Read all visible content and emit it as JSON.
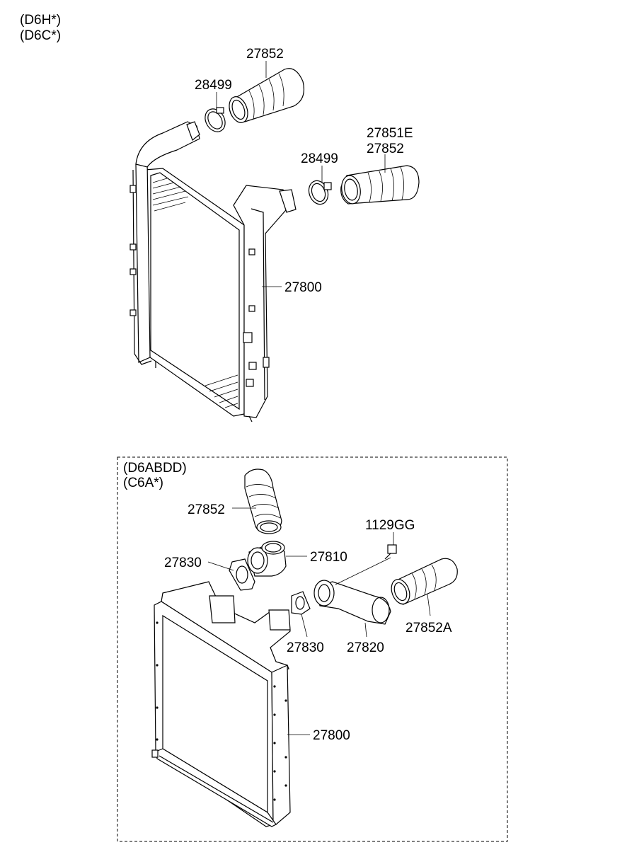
{
  "top_group": {
    "variants": [
      "(D6H*)",
      "(D6C*)"
    ],
    "labels": {
      "hose_upper": "27852",
      "clamp_upper": "28499",
      "hose_right_a": "27851E",
      "hose_right_b": "27852",
      "clamp_right": "28499",
      "intercooler": "27800"
    }
  },
  "bottom_group": {
    "variants": [
      "(D6ABDD)",
      "(C6A*)"
    ],
    "labels": {
      "hose_upper": "27852",
      "bolt": "1129GG",
      "gasket_left": "27830",
      "pipe_elbow": "27810",
      "gasket_right": "27830",
      "pipe_right": "27820",
      "hose_right": "27852A",
      "intercooler": "27800"
    }
  }
}
